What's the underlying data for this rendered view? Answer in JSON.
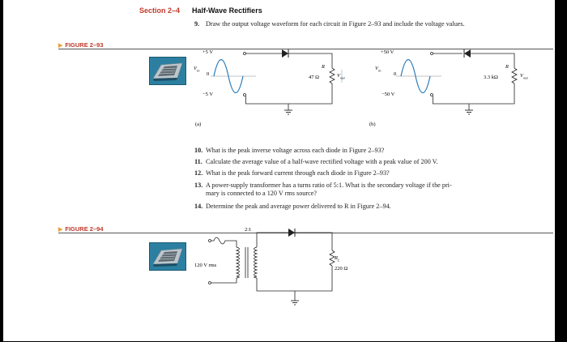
{
  "header": {
    "section": "Section 2–4",
    "title": "Half-Wave Rectifiers"
  },
  "problem9": {
    "number": "9.",
    "text": "Draw the output voltage waveform for each circuit in Figure 2–93 and include the voltage values."
  },
  "figure93": {
    "tag": "FIGURE 2–93",
    "a": {
      "vpos": "+5 V",
      "vneg": "−5 V",
      "zero": "0",
      "vin": "V",
      "resistor": "R",
      "value": "47 Ω",
      "vout": "V",
      "caption": "(a)"
    },
    "b": {
      "vpos": "+50 V",
      "vneg": "−50 V",
      "zero": "0",
      "vin": "V",
      "resistor": "R",
      "value": "3.3 kΩ",
      "vout": "V",
      "caption": "(b)"
    }
  },
  "problems": [
    {
      "number": "10.",
      "text": "What is the peak inverse voltage across each diode in Figure 2–93?"
    },
    {
      "number": "11.",
      "text": "Calculate the average value of a half-wave rectified voltage with a peak value of 200 V."
    },
    {
      "number": "12.",
      "text": "What is the peak forward current through each diode in Figure 2–93?"
    },
    {
      "number": "13.",
      "text": "A power-supply transformer has a turns ratio of 5:1. What is the secondary voltage if the pri-"
    },
    {
      "number": "",
      "text": "mary is connected to a 120 V rms source?"
    },
    {
      "number": "14.",
      "text": "Determine the peak and average power delivered to R  in Figure 2–94."
    }
  ],
  "figure94": {
    "tag": "FIGURE 2–94",
    "ratio": "2:1",
    "source": "120 V rms",
    "resistor": "R",
    "value": "220 Ω"
  },
  "colors": {
    "accent_red": "#c0392b",
    "tag_triangle": "#e8a33d",
    "thumb_blue": "#2c7fa0"
  }
}
